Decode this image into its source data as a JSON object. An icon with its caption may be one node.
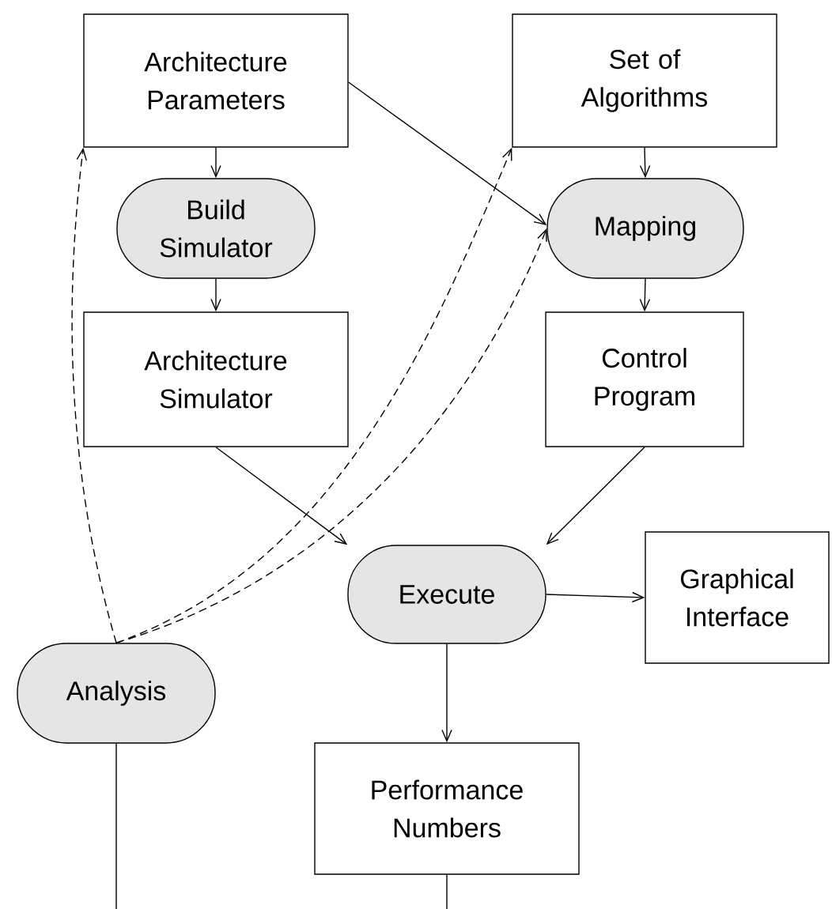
{
  "diagram": {
    "nodes": [
      {
        "text": [
          "Architecture Parameters"
        ]
      },
      {
        "text": [
          "Set of Algorithms"
        ]
      },
      {
        "text": [
          "Build Simulator"
        ]
      },
      {
        "text": [
          "Mapping"
        ]
      },
      {
        "text": [
          "Architecture Simulator"
        ]
      },
      {
        "text": [
          "Control Program"
        ]
      },
      {
        "text": [
          "Execute"
        ]
      },
      {
        "text": [
          "Graphical Interface"
        ]
      },
      {
        "text": [
          "Analysis"
        ]
      },
      {
        "text": [
          "Performance Numbers"
        ]
      }
    ],
    "edges": [
      {
        "from": 0,
        "to": 2,
        "arrow": "to"
      },
      {
        "from": 2,
        "to": 4,
        "arrow": "to"
      },
      {
        "from": 1,
        "to": 3,
        "arrow": "to"
      },
      {
        "from": 0,
        "to": 3,
        "arrow": "to"
      },
      {
        "from": 3,
        "to": 5,
        "arrow": "to"
      },
      {
        "from": 4,
        "to": 6,
        "arrow": "to"
      },
      {
        "from": 5,
        "to": 6,
        "arrow": "to"
      },
      {
        "from": 6,
        "to": 7,
        "arrow": "to"
      },
      {
        "from": 6,
        "to": 9,
        "arrow": "to"
      },
      {
        "from": 8,
        "to": 0,
        "arrow": "to",
        "style": "dashed"
      },
      {
        "from": 8,
        "to": 1,
        "arrow": "to",
        "style": "dashed"
      },
      {
        "from": 8,
        "to": 3,
        "arrow": "to",
        "style": "dashed"
      },
      {
        "from": 8,
        "to": null,
        "arrow": "none"
      },
      {
        "from": 9,
        "to": null,
        "arrow": "none"
      }
    ]
  }
}
